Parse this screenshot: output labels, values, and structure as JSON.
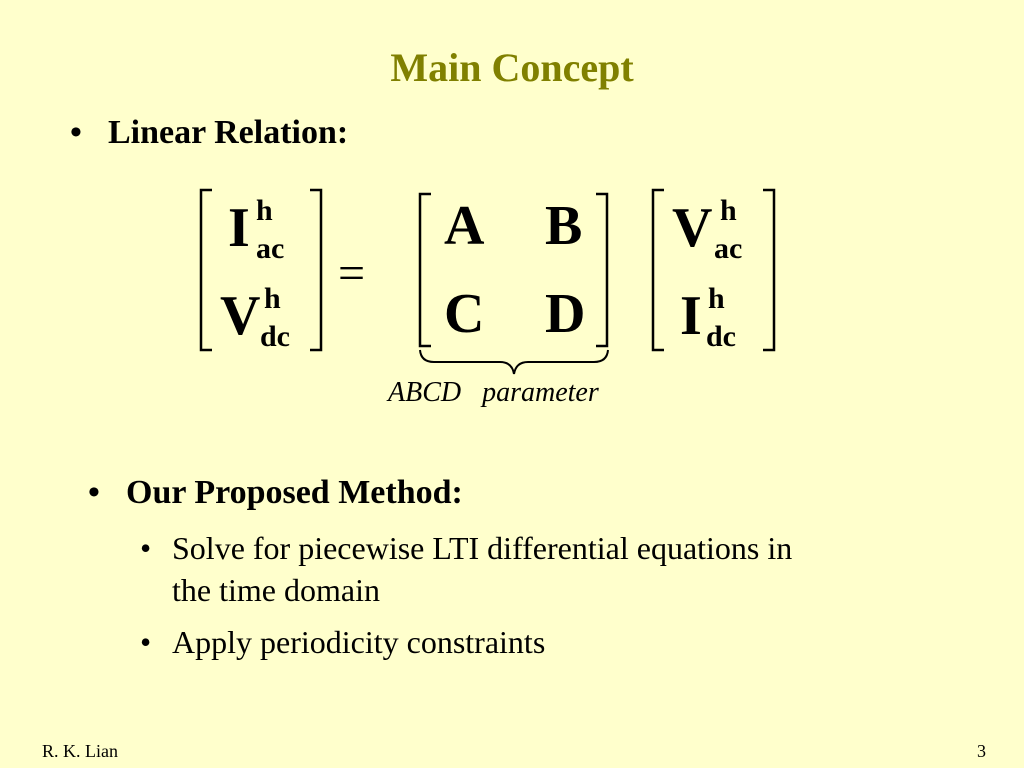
{
  "slide": {
    "title": "Main Concept",
    "bullet_symbol": "•",
    "linear_relation_label": "Linear Relation:",
    "proposed_method_label": "Our Proposed Method:",
    "sub_bullets": [
      {
        "line1": "Solve for piecewise LTI differential equations in",
        "line2": "the time domain"
      },
      {
        "line1": "Apply periodicity constraints"
      }
    ],
    "footer_author": "R. K. Lian",
    "page_number": "3"
  },
  "equation": {
    "lhs": {
      "row1": {
        "base": "I",
        "sup": "h",
        "sub": "ac"
      },
      "row2": {
        "base": "V",
        "sup": "h",
        "sub": "dc"
      }
    },
    "equals": "=",
    "matrix": {
      "a": "A",
      "b": "B",
      "c": "C",
      "d": "D"
    },
    "rhs": {
      "row1": {
        "base": "V",
        "sup": "h",
        "sub": "ac"
      },
      "row2": {
        "base": "I",
        "sup": "h",
        "sub": "dc"
      }
    },
    "brace_label_1": "ABCD",
    "brace_label_2": "parameter"
  },
  "colors": {
    "background": "#ffffcc",
    "title": "#808000",
    "text": "#000000"
  }
}
